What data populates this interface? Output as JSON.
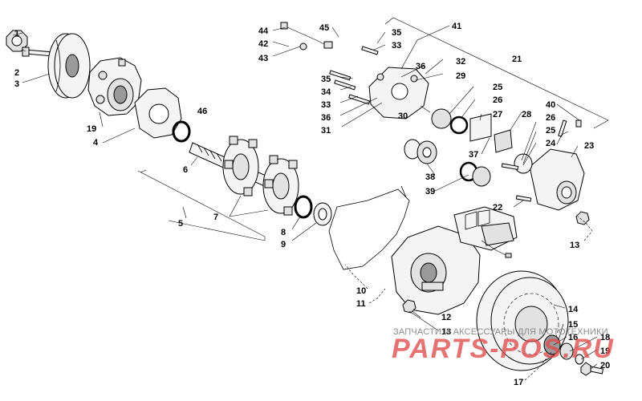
{
  "diagram": {
    "part_labels": {
      "p1": "1",
      "p2": "2",
      "p3": "3",
      "p4": "4",
      "p5": "5",
      "p6": "6",
      "p7": "7",
      "p8": "8",
      "p9": "9",
      "p10": "10",
      "p11": "11",
      "p12": "12",
      "p13a": "13",
      "p13b": "13",
      "p14": "14",
      "p15": "15",
      "p16": "16",
      "p17": "17",
      "p18": "18",
      "p19a": "19",
      "p19b": "19",
      "p20": "20",
      "p21": "21",
      "p22": "22",
      "p23": "23",
      "p24": "24",
      "p25a": "25",
      "p25b": "25",
      "p26a": "26",
      "p26b": "26",
      "p27": "27",
      "p28": "28",
      "p29": "29",
      "p30": "30",
      "p31": "31",
      "p32": "32",
      "p33a": "33",
      "p33b": "33",
      "p34": "34",
      "p35a": "35",
      "p35b": "35",
      "p36a": "36",
      "p36b": "36",
      "p37": "37",
      "p38": "38",
      "p39": "39",
      "p40": "40",
      "p41": "41",
      "p42": "42",
      "p43": "43",
      "p44": "44",
      "p45": "45",
      "p46": "46"
    }
  },
  "watermark": {
    "caption": "ЗАПЧАСТИ И АКСЕССУАРЫ ДЛЯ МОТОТЕХНИКИ",
    "logo": "PARTS-POS.RU"
  }
}
